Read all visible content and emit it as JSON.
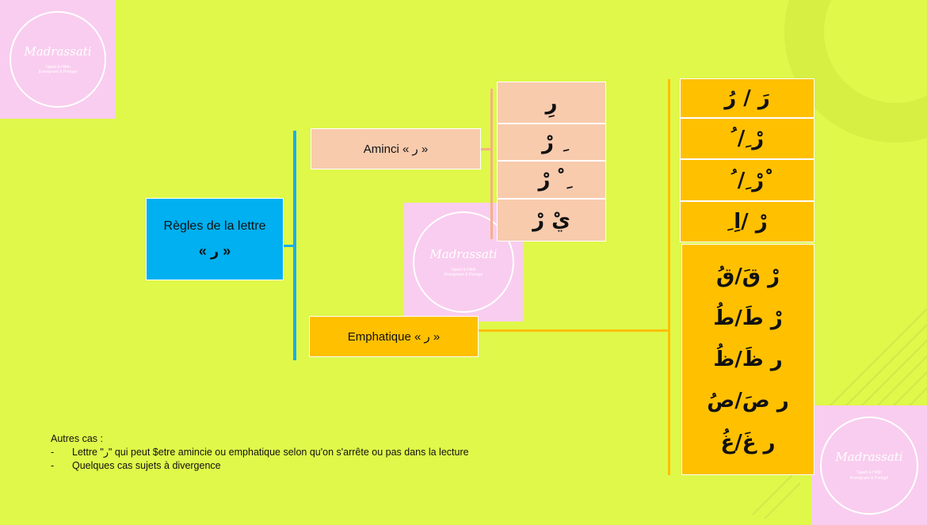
{
  "colors": {
    "background": "#dff84a",
    "title_box": "#00b0f0",
    "aminci_box": "#f8cbad",
    "emphatique_box": "#ffc000",
    "logo_bg": "#f9cdef",
    "blue_line": "#1aaee6",
    "orange_line": "#ffc000",
    "peach_line": "#f4b183"
  },
  "logo": {
    "brand": "Madrassati",
    "tagline_1": "Tajwid & Hifdh",
    "tagline_2": "Enseignant & Partagé"
  },
  "title": {
    "line1": "Règles de la lettre",
    "line2": "« ر »"
  },
  "aminci": {
    "label": "Aminci « ر »",
    "cells": [
      "رِ",
      "ِ رْ",
      "ِ ْ رْ",
      "يْ رْ"
    ]
  },
  "emphatique": {
    "label": "Emphatique « ر »",
    "cells": [
      "رَ / رُ",
      "رْ ِ/ ُ",
      "ْرْ ِ/ ُ",
      "رْ /اِ ِ"
    ],
    "big_cells": [
      "رْ قَ/قُ",
      "رْ طَ/طُ",
      "ر ظَ/ظُ",
      "ر صَ/صُ",
      "ر غَ/غُ"
    ]
  },
  "notes": {
    "heading": "Autres cas :",
    "items": [
      "Lettre \"ر\" qui peut $etre amincie ou emphatique selon qu'on s'arrête ou pas dans la lecture",
      "Quelques cas sujets à divergence"
    ],
    "bullet": "-"
  }
}
